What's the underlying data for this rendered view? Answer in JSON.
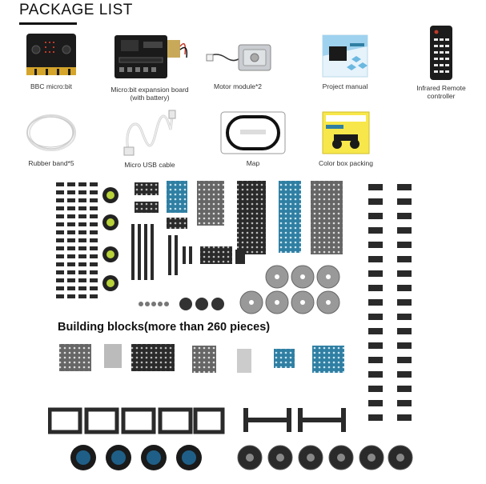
{
  "title": "PACKAGE LIST",
  "items": [
    {
      "label": "BBC micro:bit"
    },
    {
      "label": "Micro:bit expansion board",
      "label2": "(with battery)"
    },
    {
      "label": "Motor module*2"
    },
    {
      "label": "Project manual"
    },
    {
      "label": "Infrared Remote",
      "label2": "controller"
    },
    {
      "label": "Rubber band*5"
    },
    {
      "label": "Micro USB cable"
    },
    {
      "label": "Map"
    },
    {
      "label": "Color box packing"
    }
  ],
  "blocks_label": "Building blocks(more than 260 pieces)",
  "colors": {
    "accent_blue": "#2f7fa3",
    "dark_part": "#2a2a2a",
    "micro_bit_gold": "#d4a52a",
    "wheel_blue": "#1f5f87"
  },
  "icons": [
    "micro-bit-image",
    "expansion-board-image",
    "motor-module-image",
    "project-manual-image",
    "remote-controller-image",
    "rubber-band-image",
    "usb-cable-image",
    "map-image",
    "color-box-image"
  ]
}
